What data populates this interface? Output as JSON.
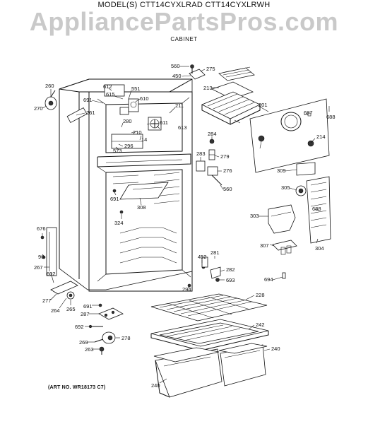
{
  "header": {
    "model": "MODEL(S) CTT14CYXLRAD  CTT14CYXLRWH",
    "watermark": "AppliancePartsPros.com",
    "section": "CABINET"
  },
  "art_no": "(ART NO. WR18173 C7)",
  "callouts": [
    "560",
    "275",
    "450",
    "213",
    "260",
    "270",
    "612",
    "551",
    "691",
    "615",
    "610",
    "261",
    "211",
    "201",
    "687",
    "688",
    "280",
    "611",
    "210",
    "613",
    "296",
    "14",
    "573",
    "284",
    "214",
    "279",
    "283",
    "276",
    "560",
    "309",
    "305",
    "691",
    "308",
    "688",
    "324",
    "303",
    "676",
    "96",
    "452",
    "281",
    "307",
    "304",
    "267",
    "282",
    "602",
    "693",
    "694",
    "294",
    "228",
    "277",
    "264",
    "265",
    "691",
    "287",
    "242",
    "692",
    "269",
    "278",
    "263",
    "240",
    "240"
  ]
}
